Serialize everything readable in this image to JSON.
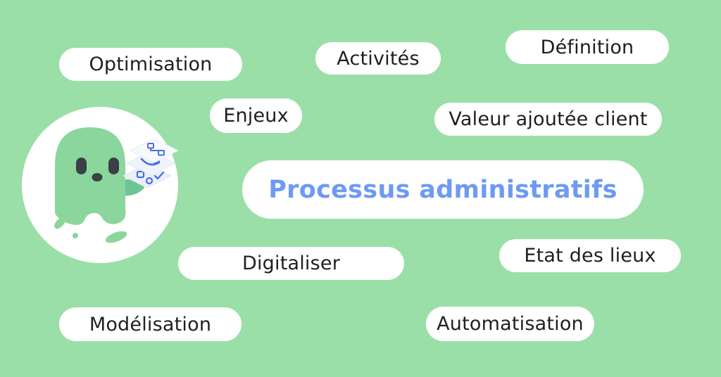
{
  "center": {
    "label": "Processus administratifs"
  },
  "keywords": [
    {
      "label": "Optimisation"
    },
    {
      "label": "Activités"
    },
    {
      "label": "Définition"
    },
    {
      "label": "Enjeux"
    },
    {
      "label": "Valeur ajoutée client"
    },
    {
      "label": "Digitaliser"
    },
    {
      "label": "Etat des lieux"
    },
    {
      "label": "Modélisation"
    },
    {
      "label": "Automatisation"
    }
  ],
  "icons": {
    "mascot": "green-blob-mascot",
    "layers": "process-flowchart-layers-icon"
  },
  "colors": {
    "background": "#9bdfa8",
    "bubble_fill": "#ffffff",
    "keyword_text": "#1e1f21",
    "title_text": "#6d9bf2",
    "mascot_body": "#8bd69d",
    "mascot_accent": "#6cc694",
    "mascot_face": "#3a4045",
    "diagram_blue": "#4a6fe0"
  }
}
